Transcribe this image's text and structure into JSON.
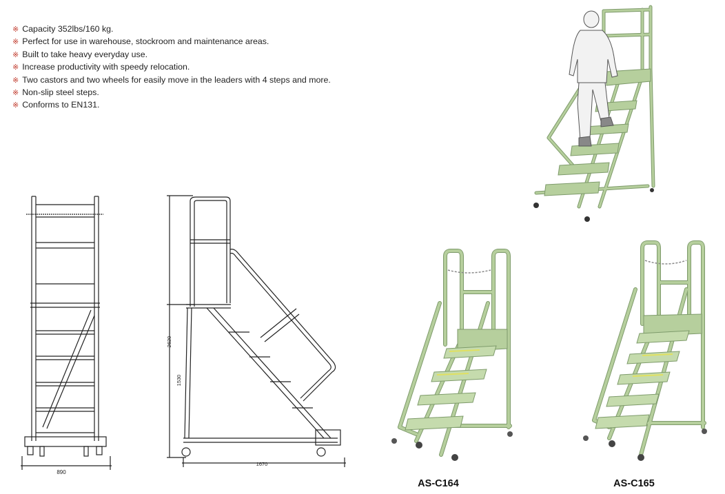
{
  "header": {
    "faded_title": ""
  },
  "features": {
    "bullet_mark": "※",
    "items": [
      "Capacity 352lbs/160 kg.",
      "Perfect for use in warehouse, stockroom and maintenance areas.",
      "Built to take heavy everyday use.",
      "Increase productivity with speedy relocation.",
      "Two castors and two wheels for easily move in the leaders with 4 steps and more.",
      "Non-slip steel steps.",
      "Conforms to EN131."
    ]
  },
  "drawings": {
    "front_width": "890",
    "side_depth": "1670",
    "overall_height": "2620",
    "platform_height": "1530"
  },
  "models": [
    {
      "code": "AS-C164"
    },
    {
      "code": "AS-C165"
    }
  ],
  "colors": {
    "ladder_green": "#b6cf9d",
    "ladder_outline": "#7d9a6a",
    "bullet_red": "#c0392b",
    "drawing_line": "#222222"
  }
}
